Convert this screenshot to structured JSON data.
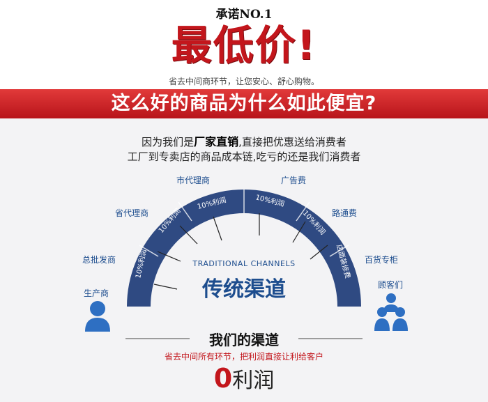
{
  "header": {
    "pledge": "承诺NO.1",
    "headline": "最低价!",
    "subline": "省去中间商环节，让您安心、舒心购物。"
  },
  "banner": {
    "title": "这么好的商品为什么如此便宜?"
  },
  "intro": {
    "line1_prefix": "因为我们是",
    "line1_emphasis": "厂家直销",
    "line1_suffix": ",直接把优惠送给消费者",
    "line2": "工厂到专卖店的商品成本链,吃亏的还是我们消费者"
  },
  "chain": {
    "producer": "生产商",
    "wholesaler": "总批发商",
    "provincial_agent": "省代理商",
    "city_agent": "市代理商",
    "advertising": "广告费",
    "channel_fee": "路通费",
    "department_store": "百货专柜",
    "customer": "顾客们"
  },
  "arc": {
    "segments": [
      "10%利润",
      "10%利润",
      "10%利润",
      "10%利润",
      "10%利润",
      "店面装修费"
    ],
    "label_en": "TRADITIONAL CHANNELS",
    "label_cn": "传统渠道"
  },
  "ours": {
    "title": "我们的渠道",
    "note": "省去中间所有环节，把利润直接让利给客户",
    "zero": "0",
    "profit": "利润"
  },
  "colors": {
    "red": "#c3161c",
    "blue": "#2f4a82",
    "label_blue": "#1d4d8e",
    "icon_blue": "#2e6fc2"
  }
}
